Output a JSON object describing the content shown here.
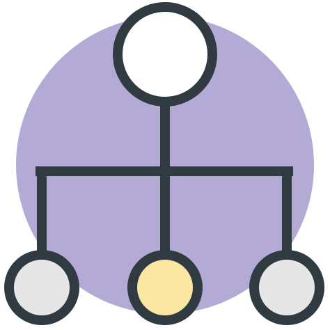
{
  "icon": {
    "name": "hierarchy-icon",
    "nodes": [
      {
        "role": "root",
        "name": "root-node",
        "fill": "#ffffff"
      },
      {
        "role": "child-left",
        "name": "left-child-node",
        "fill": "#e6e6e6"
      },
      {
        "role": "child-center",
        "name": "center-child-node",
        "fill": "#fbe6a2"
      },
      {
        "role": "child-right",
        "name": "right-child-node",
        "fill": "#e6e6e6"
      }
    ]
  },
  "colors": {
    "background_circle": "#b4aad6",
    "stroke": "#2f3a41",
    "page_background": "#ffffff"
  }
}
